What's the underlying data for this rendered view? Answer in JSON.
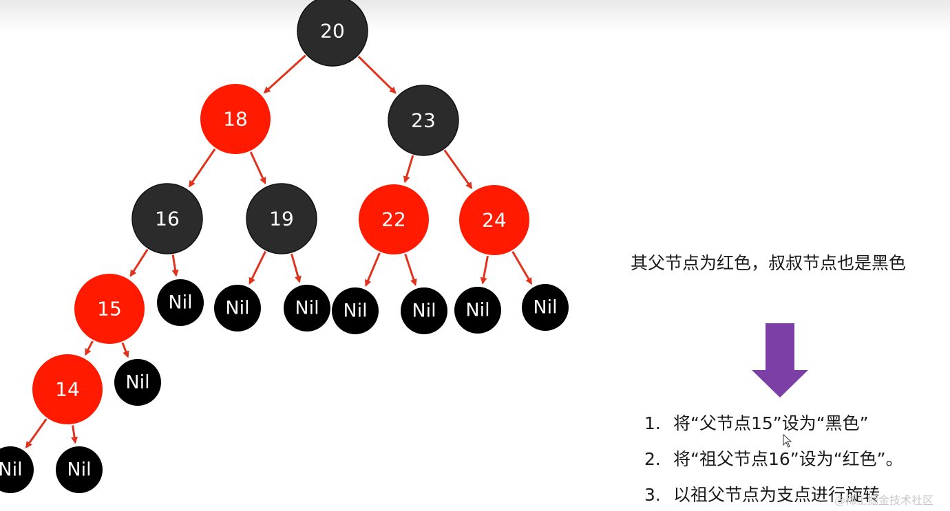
{
  "diagram": {
    "colors": {
      "red": "#ff1a00",
      "black_dark": "#2b2b2b",
      "black": "#000000",
      "edge": "#e0321c"
    },
    "nodes": [
      {
        "id": "n20",
        "label": "20",
        "color": "black_dark"
      },
      {
        "id": "n18",
        "label": "18",
        "color": "red"
      },
      {
        "id": "n23",
        "label": "23",
        "color": "black_dark"
      },
      {
        "id": "n16",
        "label": "16",
        "color": "black_dark"
      },
      {
        "id": "n19",
        "label": "19",
        "color": "black_dark"
      },
      {
        "id": "n22",
        "label": "22",
        "color": "red"
      },
      {
        "id": "n24",
        "label": "24",
        "color": "red"
      },
      {
        "id": "n15",
        "label": "15",
        "color": "red"
      },
      {
        "id": "n14",
        "label": "14",
        "color": "red"
      },
      {
        "id": "nil-16-r",
        "label": "Nil",
        "color": "black"
      },
      {
        "id": "nil-19-l",
        "label": "Nil",
        "color": "black"
      },
      {
        "id": "nil-19-r",
        "label": "Nil",
        "color": "black"
      },
      {
        "id": "nil-22-l",
        "label": "Nil",
        "color": "black"
      },
      {
        "id": "nil-22-r",
        "label": "Nil",
        "color": "black"
      },
      {
        "id": "nil-24-l",
        "label": "Nil",
        "color": "black"
      },
      {
        "id": "nil-24-r",
        "label": "Nil",
        "color": "black"
      },
      {
        "id": "nil-15-r",
        "label": "Nil",
        "color": "black"
      },
      {
        "id": "nil-14-l",
        "label": "Nil",
        "color": "black"
      },
      {
        "id": "nil-14-r",
        "label": "Nil",
        "color": "black"
      }
    ],
    "edges": [
      [
        "n20",
        "n18"
      ],
      [
        "n20",
        "n23"
      ],
      [
        "n18",
        "n16"
      ],
      [
        "n18",
        "n19"
      ],
      [
        "n23",
        "n22"
      ],
      [
        "n23",
        "n24"
      ],
      [
        "n16",
        "n15"
      ],
      [
        "n16",
        "nil-16-r"
      ],
      [
        "n19",
        "nil-19-l"
      ],
      [
        "n19",
        "nil-19-r"
      ],
      [
        "n22",
        "nil-22-l"
      ],
      [
        "n22",
        "nil-22-r"
      ],
      [
        "n24",
        "nil-24-l"
      ],
      [
        "n24",
        "nil-24-r"
      ],
      [
        "n15",
        "n14"
      ],
      [
        "n15",
        "nil-15-r"
      ],
      [
        "n14",
        "nil-14-l"
      ],
      [
        "n14",
        "nil-14-r"
      ]
    ]
  },
  "panel": {
    "subtitle": "其父节点为红色，叔叔节点也是黑色",
    "arrow_color": "#7b3fa6",
    "steps": [
      {
        "num": "1.",
        "text": "将“父节点15”设为“黑色”"
      },
      {
        "num": "2.",
        "text": "将“祖父节点16”设为“红色”。"
      },
      {
        "num": "3.",
        "text": "以祖父节点为支点进行旋转"
      }
    ],
    "watermark": "@稀土掘金技术社区"
  }
}
